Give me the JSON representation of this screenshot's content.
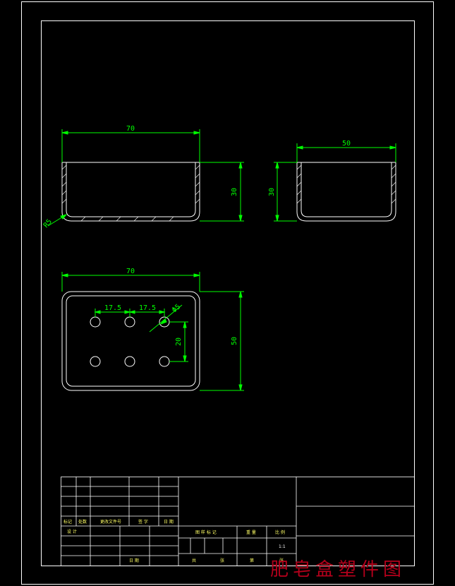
{
  "drawing": {
    "background": "#000000",
    "line_color": "#ffffff",
    "dimension_color": "#00ff00"
  },
  "front_view": {
    "width_dim": "70",
    "height_dim": "30",
    "radius_label": "R5"
  },
  "side_view": {
    "width_dim": "50",
    "height_dim": "30"
  },
  "top_view": {
    "width_dim": "70",
    "height_dim": "50",
    "hole_spacing_1": "17.5",
    "hole_spacing_2": "17.5",
    "hole_diameter": "Φ5",
    "row_spacing": "20"
  },
  "title_block": {
    "mark": "标记",
    "count": "处数",
    "change_doc": "更改文件号",
    "signature": "签 字",
    "date": "日 期",
    "design": "设 计",
    "stage_mark": "图 样 标 记",
    "weight": "重 量",
    "scale": "比 例",
    "scale_value": "1:1",
    "date2": "日 期",
    "total": "共",
    "sheet": "张",
    "page": "第",
    "sheet2": "张"
  },
  "watermark": "肥皂盒塑件图"
}
